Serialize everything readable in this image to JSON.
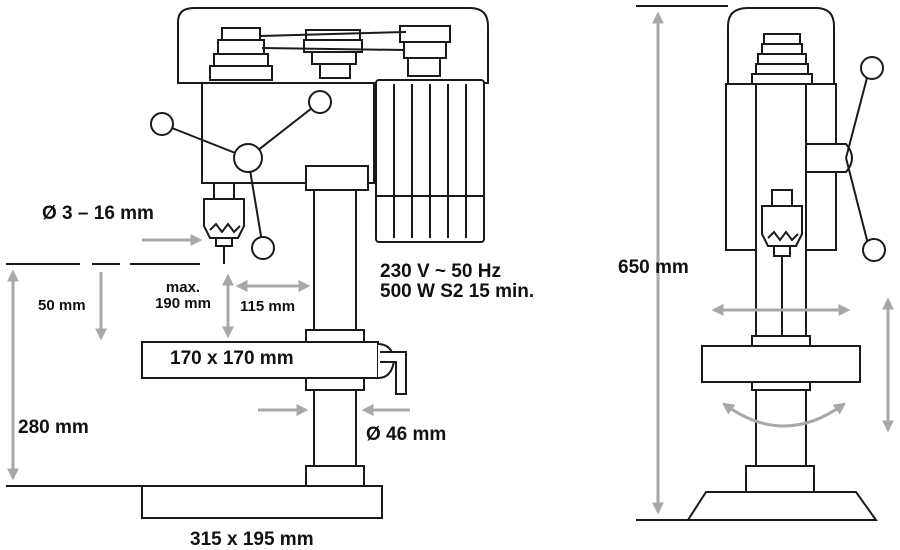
{
  "front_view": {
    "chuck_range": "Ø 3 – 16 mm",
    "depth_small": "50 mm",
    "max_label": "max.",
    "max_value": "190 mm",
    "throat": "115 mm",
    "table_size": "170 x 170 mm",
    "column_diameter": "Ø 46 mm",
    "table_height": "280 mm",
    "base_size": "315 x 195 mm"
  },
  "motor_spec": {
    "line1": "230 V ~ 50 Hz",
    "line2": "500 W S2 15 min."
  },
  "side_view": {
    "total_height": "650 mm"
  },
  "colors": {
    "line": "#1a1a1a",
    "arrow": "#a8a8a8",
    "fill": "#ffffff"
  }
}
